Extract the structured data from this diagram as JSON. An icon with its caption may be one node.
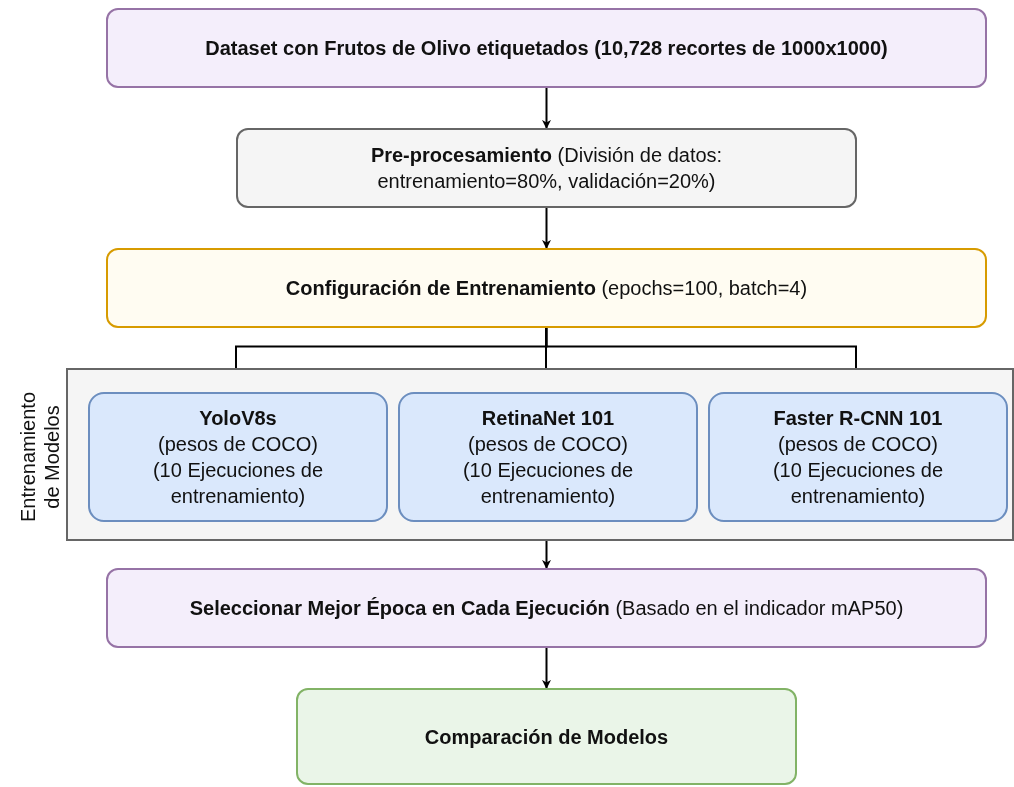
{
  "diagram": {
    "nodes": [
      {
        "text": [
          "Dataset con Frutos de Olivo etiquetados (10,728 recortes de 1000x1000)"
        ]
      },
      {
        "text": [
          "**Pre-procesamiento** (División de datos: entrenamiento=80%, validación=20%)"
        ]
      },
      {
        "text": [
          "**Configuración de Entrenamiento** (epochs=100, batch=4)"
        ]
      },
      {
        "text": [
          "Entrenamiento de Modelos"
        ]
      },
      {
        "text": [
          "YoloV8s",
          "(pesos de COCO)",
          "(10 Ejecuciones de entrenamiento)"
        ],
        "in": 3
      },
      {
        "text": [
          "RetinaNet 101",
          "(pesos de COCO)",
          "(10 Ejecuciones de entrenamiento)"
        ],
        "in": 3
      },
      {
        "text": [
          "Faster R-CNN 101",
          "(pesos de COCO)",
          "(10 Ejecuciones de entrenamiento)"
        ],
        "in": 3
      },
      {
        "text": [
          "**Seleccionar Mejor Época en Cada Ejecución** (Basado en el indicador mAP50)"
        ]
      },
      {
        "text": [
          "Comparación de Modelos"
        ]
      }
    ],
    "edges": [
      {
        "from": 0,
        "to": 1,
        "arrow": "to"
      },
      {
        "from": 1,
        "to": 2,
        "arrow": "to"
      },
      {
        "from": 2,
        "to": 4,
        "arrow": "to"
      },
      {
        "from": 2,
        "to": 5,
        "arrow": "to"
      },
      {
        "from": 2,
        "to": 6,
        "arrow": "to"
      },
      {
        "from": 3,
        "to": 7,
        "arrow": "to"
      },
      {
        "from": 7,
        "to": 8,
        "arrow": "to"
      }
    ]
  }
}
